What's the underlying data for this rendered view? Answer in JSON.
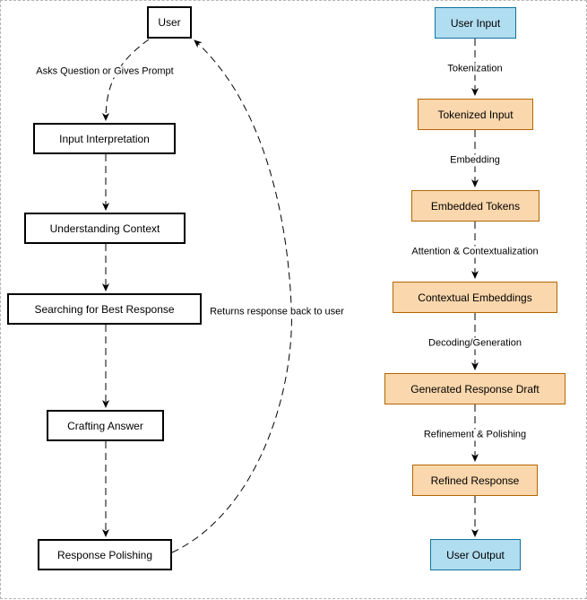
{
  "left_flow": {
    "nodes": {
      "user": "User",
      "input_interpretation": "Input Interpretation",
      "understanding_context": "Understanding Context",
      "searching": "Searching for Best Response",
      "crafting": "Crafting Answer",
      "polishing": "Response Polishing"
    },
    "edge_labels": {
      "asks": "Asks Question or Gives Prompt",
      "returns": "Returns response back to user"
    }
  },
  "right_flow": {
    "nodes": {
      "user_input": "User Input",
      "tokenized_input": "Tokenized Input",
      "embedded_tokens": "Embedded Tokens",
      "contextual_embeddings": "Contextual Embeddings",
      "generated_draft": "Generated Response Draft",
      "refined_response": "Refined Response",
      "user_output": "User Output"
    },
    "edge_labels": {
      "tokenization": "Tokenization",
      "embedding": "Embedding",
      "attention": "Attention & Contextualization",
      "decoding": "Decoding/Generation",
      "refinement": "Refinement & Polishing"
    }
  },
  "colors": {
    "io_fill": "#b1ddf0",
    "io_border": "#10739e",
    "step_fill": "#fad7ac",
    "step_border": "#b46504"
  }
}
